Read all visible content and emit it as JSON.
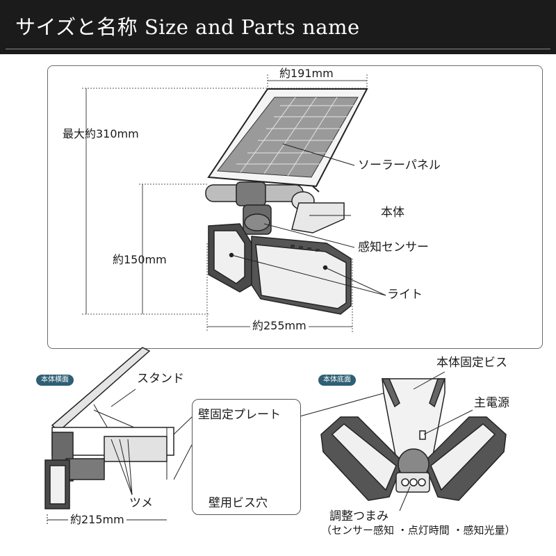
{
  "header": {
    "title": "サイズと名称 Size and Parts name"
  },
  "dimensions": {
    "width_panel": "約191mm",
    "max_height": "最大約310mm",
    "body_height": "約150mm",
    "width_body": "約255mm",
    "depth": "約215mm"
  },
  "parts": {
    "solar_panel": "ソーラーパネル",
    "body": "本体",
    "sensor": "感知センサー",
    "light": "ライト",
    "stand": "スタンド",
    "wall_plate": "壁固定プレート",
    "wall_screw_hole": "壁用ビス穴",
    "tab": "ツメ",
    "body_screw": "本体固定ビス",
    "main_power": "主電源",
    "knob": "調整つまみ",
    "knob_note": "（センサー感知 ・点灯時間 ・感知光量）"
  },
  "badges": {
    "side_view": "本体横面",
    "bottom_view": "本体底面"
  },
  "colors": {
    "header_bg": "#1b1b1b",
    "badge_bg": "#2e5f74"
  }
}
